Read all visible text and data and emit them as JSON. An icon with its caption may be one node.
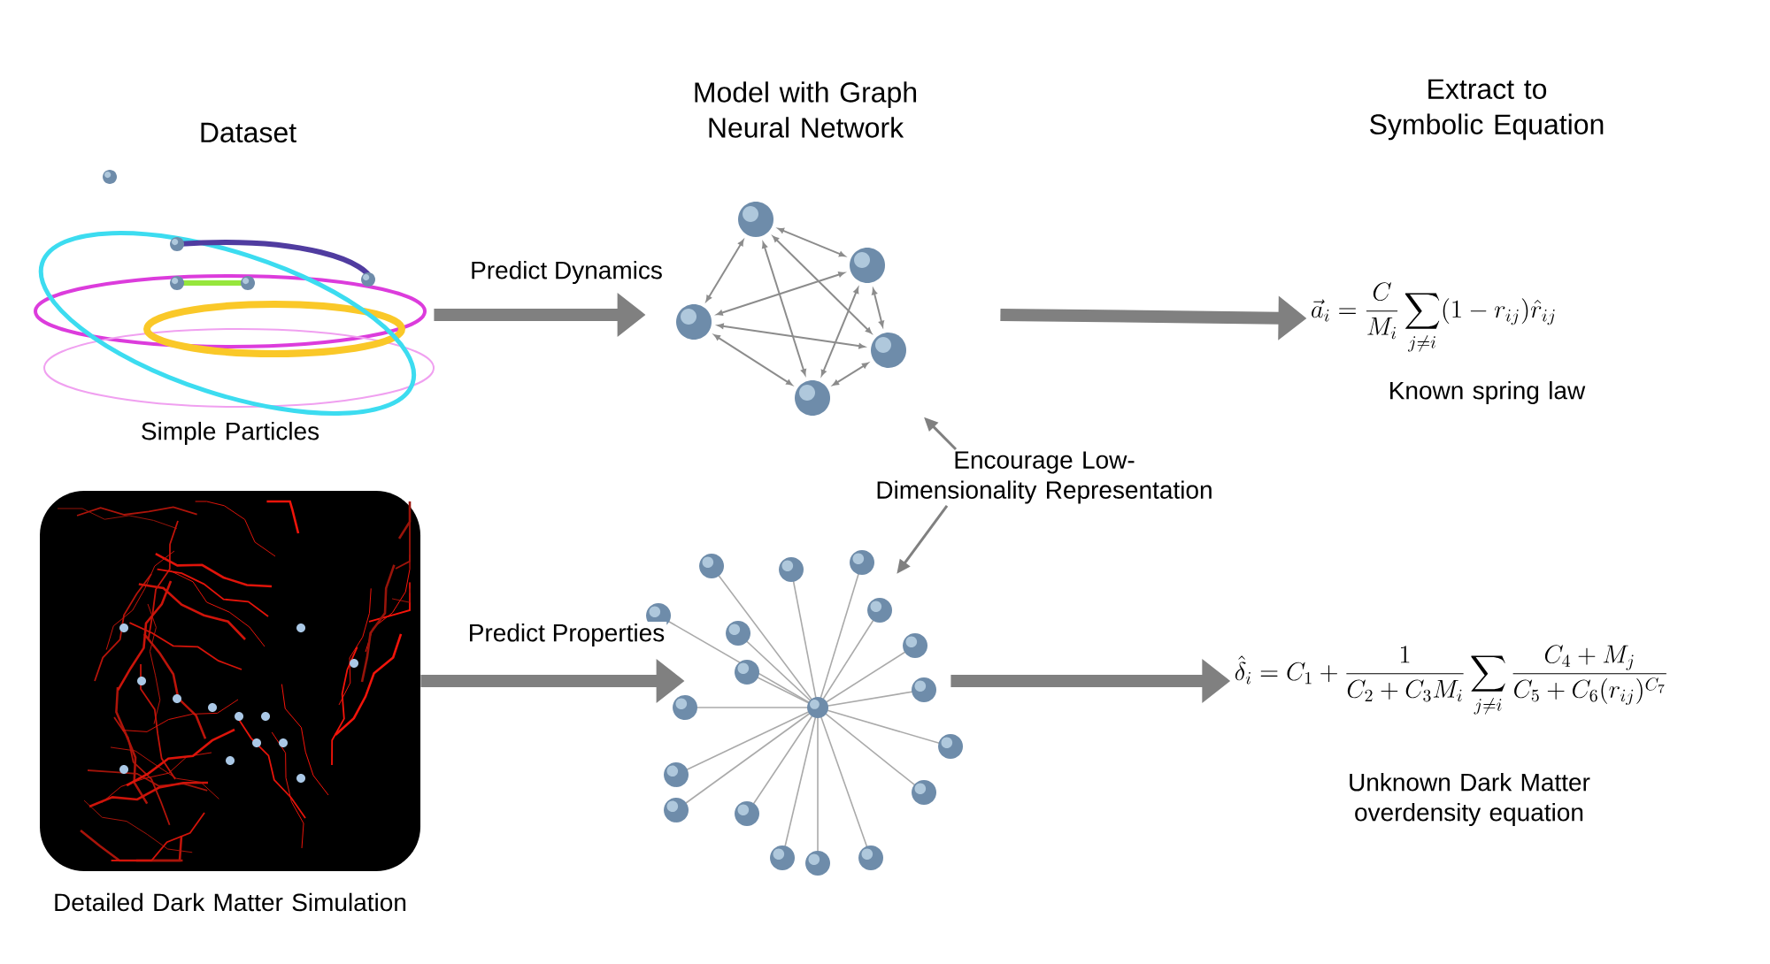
{
  "diagram": {
    "nodes": [
      {
        "text": [],
        "shape": "picture",
        "beside": [
          "Simple Particles"
        ]
      },
      {
        "text": [],
        "shape": "picture"
      },
      {
        "text": [
          "\\vec{a}_i = \\frac{C}{M_i}\\sum_{j\\neq i}(1-r_{ij})\\hat{r}_{ij}"
        ],
        "beside": [
          "Known spring law"
        ]
      },
      {
        "text": [],
        "shape": "picture",
        "beside": [
          "Detailed Dark Matter Simulation"
        ]
      },
      {
        "text": [],
        "shape": "picture"
      },
      {
        "text": [
          "\\hat{\\delta}_i = C_1 + \\frac{1}{C_2+C_3M_i}\\sum_{j\\neq i}\\frac{C_4+M_j}{C_5+C_6(r_{ij})^{C_7}}"
        ],
        "beside": [
          "Unknown Dark Matter overdensity equation"
        ]
      },
      {
        "text": [
          "Encourage Low-Dimensionality Representation"
        ]
      }
    ],
    "edges": [
      {
        "from": 0,
        "to": 1,
        "arrow": "to",
        "label": "Predict Dynamics"
      },
      {
        "from": 1,
        "to": 2,
        "arrow": "to"
      },
      {
        "from": 3,
        "to": 4,
        "arrow": "to",
        "label": "Predict Properties"
      },
      {
        "from": 4,
        "to": 5,
        "arrow": "to"
      },
      {
        "from": 6,
        "to": 1,
        "arrow": "to"
      },
      {
        "from": 6,
        "to": 4,
        "arrow": "to"
      }
    ],
    "labels": [
      "Dataset",
      "Model with Graph Neural Network",
      "Extract to Symbolic Equation"
    ]
  }
}
